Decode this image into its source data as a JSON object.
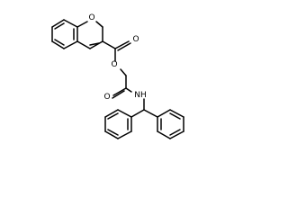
{
  "molecule": {
    "atom_labels": {
      "ring_oxygen": "O",
      "ester_carbonyl_oxygen": "O",
      "ester_oxygen": "O",
      "amide_oxygen": "O",
      "amide_nitrogen": "NH"
    },
    "colors": {
      "bond": "#000000",
      "label": "#000000",
      "background": "#ffffff"
    }
  }
}
